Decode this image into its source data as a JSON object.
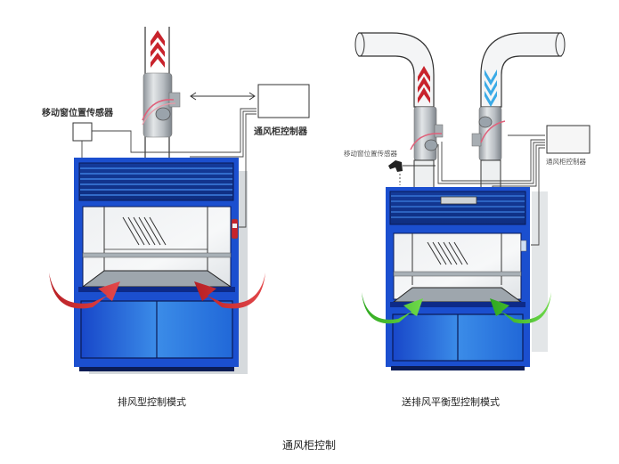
{
  "title": "通风柜控制",
  "colors": {
    "cabinet_blue": "#1f5fd6",
    "cabinet_dark": "#0a1f66",
    "exhaust_arrow": "#c8232c",
    "supply_arrow": "#3aaae6",
    "airflow_exhaust": "#d63a3a",
    "airflow_balanced": "#3cbf2e",
    "glass": "#e9ecef",
    "duct": "#f3f4f5"
  },
  "panels": [
    {
      "id": "exhaust-mode",
      "caption": "排风型控制模式",
      "labels": {
        "sash_sensor": "移动窗位置传感器",
        "controller": "通风柜控制器"
      },
      "ducts": [
        {
          "role": "exhaust",
          "flow": "up",
          "arrow_color": "#c8232c"
        }
      ],
      "airflow_color": "#d63a3a"
    },
    {
      "id": "balanced-mode",
      "caption": "送排风平衡型控制模式",
      "labels": {
        "sash_sensor": "移动窗位置传感器",
        "controller": "通风柜控制器"
      },
      "ducts": [
        {
          "role": "exhaust",
          "flow": "up",
          "arrow_color": "#c8232c"
        },
        {
          "role": "supply",
          "flow": "down",
          "arrow_color": "#3aaae6"
        }
      ],
      "airflow_color": "#3cbf2e"
    }
  ]
}
